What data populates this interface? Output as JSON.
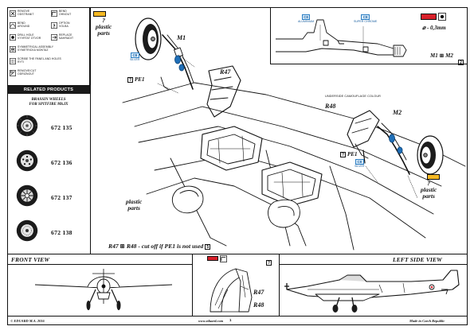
{
  "legend": [
    {
      "icon": "remove-icon",
      "text": "REMOVE\nODSTRANIT"
    },
    {
      "icon": "bend-icon",
      "text": "BEND\nOHNOUT"
    },
    {
      "icon": "bend-around-icon",
      "text": "BEND\nAROUND"
    },
    {
      "icon": "option-icon",
      "text": "OPTION\nVOLBA"
    },
    {
      "icon": "drill-hole-icon",
      "text": "DRILL HOLE\nVYVRTAT OTVOR"
    },
    {
      "icon": "replace-icon",
      "text": "REPLACE\nNAHRADIT"
    },
    {
      "icon": "symmetrical-assembly-icon",
      "text": "SYMMETRICAL ASSEMBLY\nSYMETRICKA MONTAZ"
    },
    {
      "icon": "scribe-panel-lines-icon",
      "text": "SCRIBE THE PANEL AND HOLES\nRYTI"
    },
    {
      "icon": "remove-cut-icon",
      "text": "REMOVE/CUT\nODRIZNOUT"
    }
  ],
  "related": {
    "header": "RELATED PRODUCTS",
    "title_line1": "BRASSIN WHEELS",
    "title_line2": "FOR SPITFIRE Mk.IX",
    "items": [
      {
        "code": "672 135"
      },
      {
        "code": "672 136"
      },
      {
        "code": "672 137"
      },
      {
        "code": "672 138"
      }
    ]
  },
  "diagram": {
    "plastic_parts": "plastic\nparts",
    "question": "?",
    "m1": "M1",
    "m2": "M2",
    "r47": "R47",
    "r48": "R48",
    "pe1": "PE1",
    "camo_note": "UNDERSIDE CAMOUFLAGE COLOUR",
    "silver_code": "C8",
    "silver_sub": "SILVER",
    "silver_code_b": "C8",
    "note_text": "R47 ⊞ R48 - cut off if PE1 is not used",
    "note_num": "5"
  },
  "inset": {
    "aluminium_code": "C8",
    "aluminium_sub": "ALUMINIUM",
    "chrome_code": "C8",
    "chrome_sub": "SUPER CHROME",
    "rod_note": "⌀ - 0,3mm",
    "parts": "M1 ⊞ M2",
    "num": "2"
  },
  "views": {
    "front": "FRONT VIEW",
    "left_side": "LEFT SIDE VIEW",
    "mid_q": "?",
    "r47": "R47",
    "r48": "R48"
  },
  "footer": {
    "left": "© EDUARD M.A. 2016",
    "center": "www.eduard.com",
    "right": "Made in Czech Republic",
    "page": "1"
  },
  "colors": {
    "red": "#d8202a",
    "blue_fill": "#d7ebfa",
    "blue_line": "#2b7ec4",
    "yellow": "#f4b824"
  }
}
